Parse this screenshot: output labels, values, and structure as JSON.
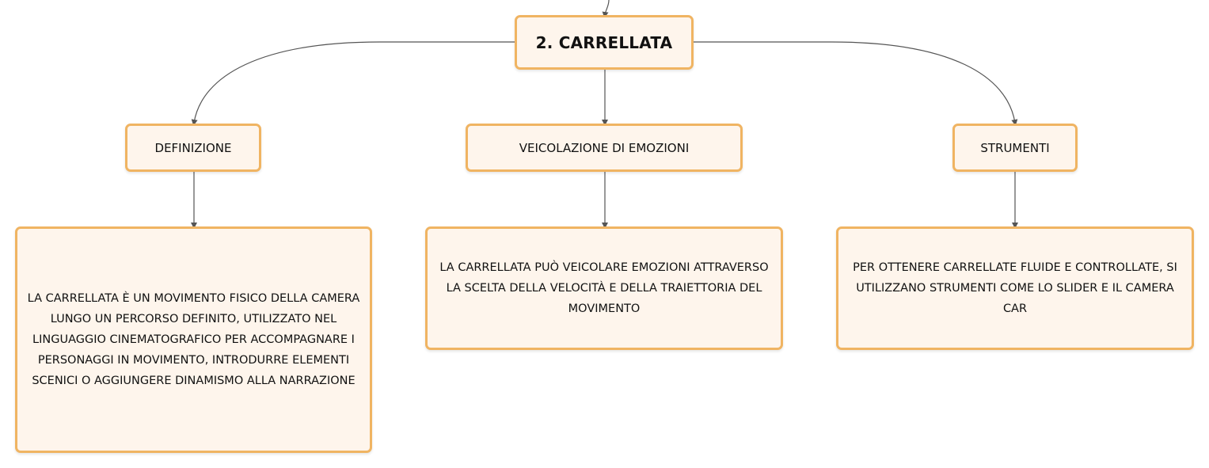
{
  "root": {
    "label": "2. Carrellata"
  },
  "branches": [
    {
      "label": "Definizione",
      "detail": "La carrellata è un movimento fisico della camera lungo un percorso definito, utilizzato nel linguaggio cinematografico per accompagnare i personaggi in movimento, introdurre elementi scenici o aggiungere dinamismo alla narrazione"
    },
    {
      "label": "Veicolazione di emozioni",
      "detail": "La carrellata può veicolare emozioni attraverso la scelta della velocità e della traiettoria del movimento"
    },
    {
      "label": "Strumenti",
      "detail": "Per ottenere carrellate fluide e controllate, si utilizzano strumenti come lo slider e il camera car"
    }
  ],
  "colors": {
    "node_fill": "#fef5ec",
    "node_border": "#f0b462",
    "connector": "#555555"
  }
}
